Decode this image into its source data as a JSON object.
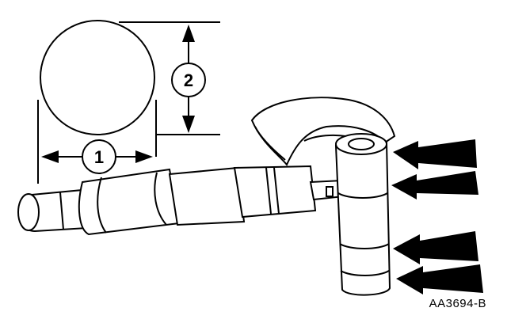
{
  "figure": {
    "callouts": [
      "1",
      "2"
    ],
    "reference_code": "AA3694-B",
    "colors": {
      "ink": "#000000",
      "paper": "#ffffff"
    },
    "arrow_count": 4
  }
}
